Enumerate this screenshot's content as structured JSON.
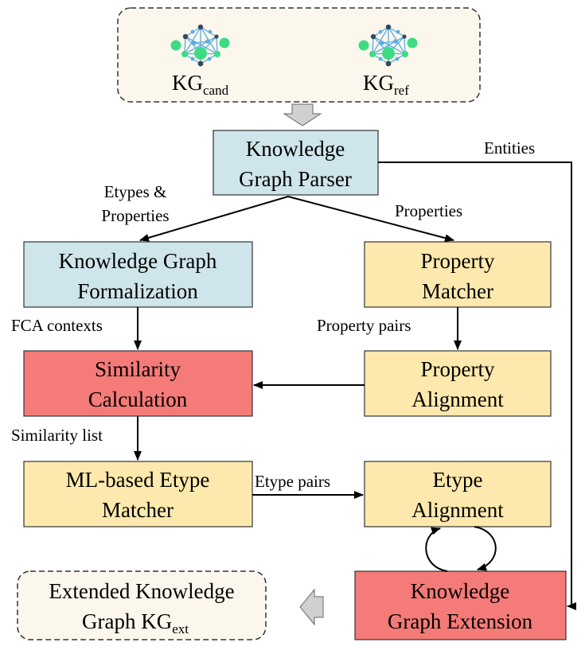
{
  "colors": {
    "blue_fill": "#cfe5ec",
    "yellow_fill": "#fde9ad",
    "red_fill": "#f47b78",
    "beige_fill": "#fcf7ec",
    "arrow": "#000000",
    "graph_node_green": "#3ddc84",
    "graph_node_dark": "#34495e",
    "graph_edge": "#5dade2"
  },
  "inputs": {
    "kg_cand": {
      "main": "KG",
      "sub": "cand"
    },
    "kg_ref": {
      "main": "KG",
      "sub": "ref"
    },
    "icon": "knowledge-graph-icon"
  },
  "boxes": {
    "parser": {
      "line1": "Knowledge",
      "line2": "Graph Parser"
    },
    "formalization": {
      "line1": "Knowledge Graph",
      "line2": "Formalization"
    },
    "property_matcher": {
      "line1": "Property",
      "line2": "Matcher"
    },
    "similarity": {
      "line1": "Similarity",
      "line2": "Calculation"
    },
    "property_alignment": {
      "line1": "Property",
      "line2": "Alignment"
    },
    "etype_matcher": {
      "line1": "ML-based Etype",
      "line2": "Matcher"
    },
    "etype_alignment": {
      "line1": "Etype",
      "line2": "Alignment"
    },
    "extension": {
      "line1": "Knowledge",
      "line2": "Graph Extension"
    },
    "output": {
      "line1": "Extended Knowledge",
      "line2_main": "Graph KG",
      "line2_sub": "ext"
    }
  },
  "edge_labels": {
    "entities": "Entities",
    "etypes_properties_1": "Etypes &",
    "etypes_properties_2": "Properties",
    "properties": "Properties",
    "fca_contexts": "FCA contexts",
    "property_pairs": "Property pairs",
    "similarity_list": "Similarity list",
    "etype_pairs": "Etype pairs"
  }
}
